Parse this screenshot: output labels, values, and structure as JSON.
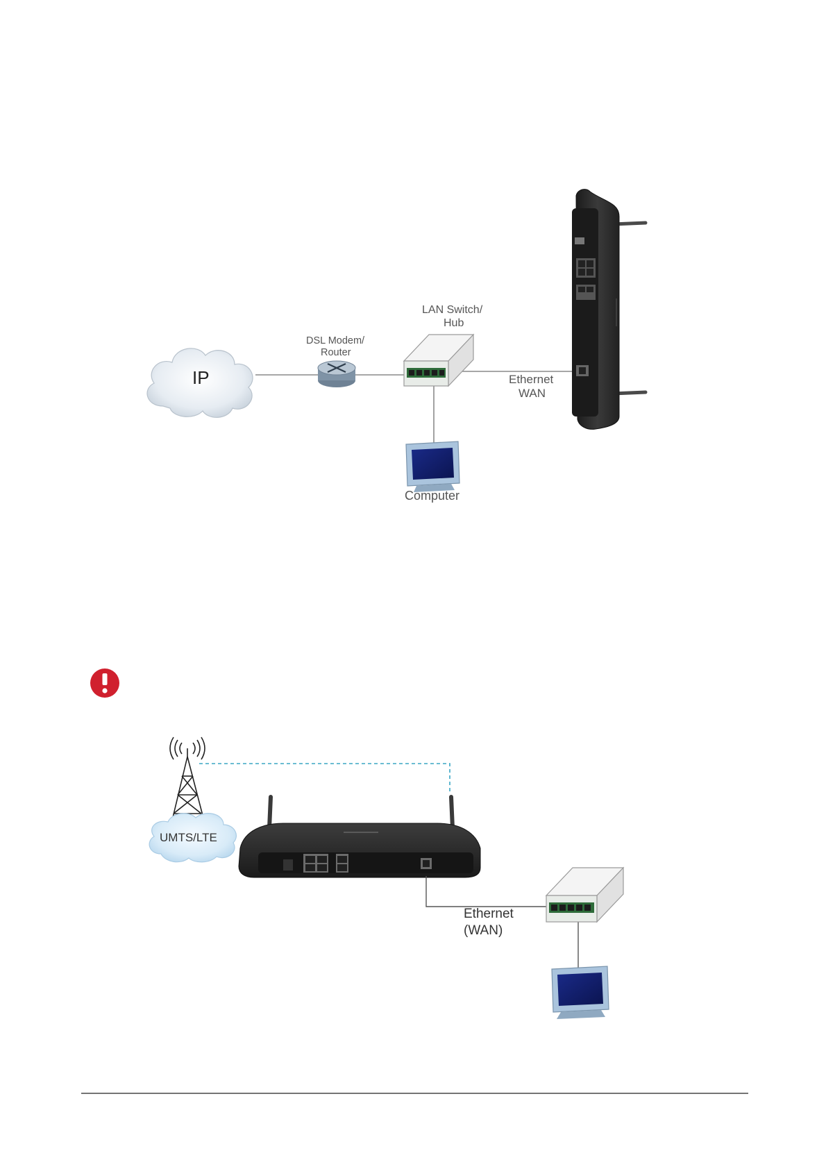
{
  "diagram1": {
    "cloud_label": "IP",
    "modem_label_line1": "DSL Modem/",
    "modem_label_line2": "Router",
    "switch_label_line1": "LAN Switch/",
    "switch_label_line2": "Hub",
    "wan_label_line1": "Ethernet",
    "wan_label_line2": "WAN",
    "computer_label": "Computer"
  },
  "diagram2": {
    "cloud_label": "UMTS/LTE",
    "wan_label_line1": "Ethernet",
    "wan_label_line2": "(WAN)"
  },
  "notice": {
    "icon": "exclamation-icon",
    "color": "#d0202e"
  },
  "colors": {
    "line": "#8a8a8a",
    "dashed": "#3aa6c4",
    "router": "#2b2b2b"
  }
}
